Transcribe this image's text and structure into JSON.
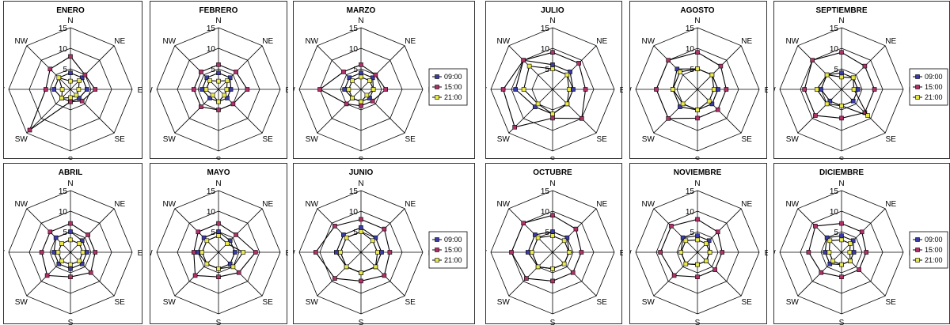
{
  "chart_data": [
    {
      "type": "radar",
      "title": "ENERO",
      "axes": [
        "N",
        "NE",
        "E",
        "SE",
        "S",
        "SW",
        "W",
        "NW"
      ],
      "ticks": [
        "5",
        "10",
        "15"
      ],
      "rmax": 15,
      "legend": [],
      "series": [
        {
          "name": "09:00",
          "values": [
            4,
            4,
            4,
            3,
            3,
            3,
            4,
            4
          ]
        },
        {
          "name": "15:00",
          "values": [
            8,
            5,
            6,
            4,
            3,
            14,
            6,
            7
          ]
        },
        {
          "name": "21:00",
          "values": [
            2,
            3,
            2,
            2,
            2,
            3,
            2,
            4
          ]
        }
      ]
    },
    {
      "type": "radar",
      "title": "FEBRERO",
      "axes": [
        "N",
        "NE",
        "E",
        "SE",
        "S",
        "SW",
        "W",
        "NW"
      ],
      "ticks": [
        "5",
        "10",
        "15"
      ],
      "rmax": 15,
      "legend": [],
      "series": [
        {
          "name": "09:00",
          "values": [
            4,
            4,
            3,
            3,
            3,
            3,
            4,
            4
          ]
        },
        {
          "name": "15:00",
          "values": [
            6,
            6,
            7,
            5,
            5,
            6,
            6,
            6
          ]
        },
        {
          "name": "21:00",
          "values": [
            2,
            3,
            2,
            2,
            3,
            2,
            3,
            3
          ]
        }
      ]
    },
    {
      "type": "radar",
      "title": "MARZO",
      "axes": [
        "N",
        "NE",
        "E",
        "SE",
        "S",
        "SW",
        "W",
        "NW"
      ],
      "ticks": [
        "5",
        "10",
        "15"
      ],
      "rmax": 15,
      "legend": [
        "09:00",
        "15:00",
        "21:00"
      ],
      "series": [
        {
          "name": "09:00",
          "values": [
            4,
            4,
            3,
            3,
            3,
            3,
            4,
            4
          ]
        },
        {
          "name": "15:00",
          "values": [
            6,
            5,
            6,
            4,
            4,
            5,
            10,
            6
          ]
        },
        {
          "name": "21:00",
          "values": [
            3,
            3,
            3,
            2,
            3,
            3,
            3,
            3
          ]
        }
      ]
    },
    {
      "type": "radar",
      "title": "JULIO",
      "axes": [
        "N",
        "NE",
        "E",
        "SE",
        "S",
        "SW",
        "W",
        "NW"
      ],
      "ticks": [
        "5",
        "10",
        "15"
      ],
      "rmax": 15,
      "legend": [],
      "series": [
        {
          "name": "09:00",
          "values": [
            6,
            6,
            5,
            5,
            6,
            6,
            9,
            10
          ]
        },
        {
          "name": "15:00",
          "values": [
            9,
            9,
            8,
            10,
            7,
            13,
            12,
            10
          ]
        },
        {
          "name": "21:00",
          "values": [
            5,
            5,
            4,
            5,
            6,
            5,
            7,
            8
          ]
        }
      ]
    },
    {
      "type": "radar",
      "title": "AGOSTO",
      "axes": [
        "N",
        "NE",
        "E",
        "SE",
        "S",
        "SW",
        "W",
        "NW"
      ],
      "ticks": [
        "5",
        "10",
        "15"
      ],
      "rmax": 15,
      "legend": [],
      "series": [
        {
          "name": "09:00",
          "values": [
            5,
            5,
            5,
            5,
            5,
            6,
            6,
            7
          ]
        },
        {
          "name": "15:00",
          "values": [
            9,
            8,
            7,
            7,
            7,
            10,
            10,
            10
          ]
        },
        {
          "name": "21:00",
          "values": [
            5,
            5,
            4,
            4,
            5,
            5,
            6,
            6
          ]
        }
      ]
    },
    {
      "type": "radar",
      "title": "SEPTIEMBRE",
      "axes": [
        "N",
        "NE",
        "E",
        "SE",
        "S",
        "SW",
        "W",
        "NW"
      ],
      "ticks": [
        "5",
        "10",
        "15"
      ],
      "rmax": 15,
      "legend": [
        "09:00",
        "15:00",
        "21:00"
      ],
      "series": [
        {
          "name": "09:00",
          "values": [
            4,
            4,
            4,
            4,
            4,
            4,
            5,
            5
          ]
        },
        {
          "name": "15:00",
          "values": [
            9,
            8,
            8,
            8,
            7,
            9,
            9,
            10
          ]
        },
        {
          "name": "21:00",
          "values": [
            3,
            4,
            3,
            9,
            4,
            5,
            6,
            5
          ]
        }
      ]
    },
    {
      "type": "radar",
      "title": "ABRIL",
      "axes": [
        "N",
        "NE",
        "E",
        "SE",
        "S",
        "SW",
        "W",
        "NW"
      ],
      "ticks": [
        "5",
        "10",
        "15"
      ],
      "rmax": 15,
      "legend": [],
      "series": [
        {
          "name": "09:00",
          "values": [
            5,
            4,
            4,
            4,
            4,
            4,
            4,
            5
          ]
        },
        {
          "name": "15:00",
          "values": [
            7,
            6,
            6,
            7,
            6,
            8,
            7,
            7
          ]
        },
        {
          "name": "21:00",
          "values": [
            3,
            3,
            3,
            3,
            3,
            3,
            3,
            3
          ]
        }
      ]
    },
    {
      "type": "radar",
      "title": "MAYO",
      "axes": [
        "N",
        "NE",
        "E",
        "SE",
        "S",
        "SW",
        "W",
        "NW"
      ],
      "ticks": [
        "5",
        "10",
        "15"
      ],
      "rmax": 15,
      "legend": [],
      "series": [
        {
          "name": "09:00",
          "values": [
            5,
            4,
            4,
            4,
            4,
            4,
            5,
            5
          ]
        },
        {
          "name": "15:00",
          "values": [
            7,
            6,
            9,
            7,
            6,
            8,
            6,
            7
          ]
        },
        {
          "name": "21:00",
          "values": [
            4,
            3,
            6,
            5,
            4,
            4,
            4,
            4
          ]
        }
      ]
    },
    {
      "type": "radar",
      "title": "JUNIO",
      "axes": [
        "N",
        "NE",
        "E",
        "SE",
        "S",
        "SW",
        "W",
        "NW"
      ],
      "ticks": [
        "5",
        "10",
        "15"
      ],
      "rmax": 15,
      "legend": [
        "09:00",
        "15:00",
        "21:00"
      ],
      "series": [
        {
          "name": "09:00",
          "values": [
            6,
            5,
            5,
            5,
            5,
            5,
            6,
            6
          ]
        },
        {
          "name": "15:00",
          "values": [
            8,
            8,
            7,
            8,
            7,
            9,
            11,
            9
          ]
        },
        {
          "name": "21:00",
          "values": [
            5,
            4,
            4,
            5,
            5,
            5,
            5,
            5
          ]
        }
      ]
    },
    {
      "type": "radar",
      "title": "OCTUBRE",
      "axes": [
        "N",
        "NE",
        "E",
        "SE",
        "S",
        "SW",
        "W",
        "NW"
      ],
      "ticks": [
        "5",
        "10",
        "15"
      ],
      "rmax": 15,
      "legend": [],
      "series": [
        {
          "name": "09:00",
          "values": [
            5,
            5,
            4,
            4,
            4,
            5,
            6,
            6
          ]
        },
        {
          "name": "15:00",
          "values": [
            9,
            8,
            7,
            7,
            7,
            9,
            10,
            10
          ]
        },
        {
          "name": "21:00",
          "values": [
            4,
            4,
            4,
            4,
            4,
            5,
            5,
            5
          ]
        }
      ]
    },
    {
      "type": "radar",
      "title": "NOVIEMBRE",
      "axes": [
        "N",
        "NE",
        "E",
        "SE",
        "S",
        "SW",
        "W",
        "NW"
      ],
      "ticks": [
        "5",
        "10",
        "15"
      ],
      "rmax": 15,
      "legend": [],
      "series": [
        {
          "name": "09:00",
          "values": [
            4,
            4,
            3,
            3,
            3,
            4,
            4,
            5
          ]
        },
        {
          "name": "15:00",
          "values": [
            8,
            7,
            6,
            6,
            6,
            8,
            9,
            9
          ]
        },
        {
          "name": "21:00",
          "values": [
            3,
            3,
            3,
            3,
            3,
            4,
            4,
            4
          ]
        }
      ]
    },
    {
      "type": "radar",
      "title": "DICIEMBRE",
      "axes": [
        "N",
        "NE",
        "E",
        "SE",
        "S",
        "SW",
        "W",
        "NW"
      ],
      "ticks": [
        "5",
        "10",
        "15"
      ],
      "rmax": 15,
      "legend": [
        "09:00",
        "15:00",
        "21:00"
      ],
      "series": [
        {
          "name": "09:00",
          "values": [
            4,
            4,
            3,
            3,
            3,
            4,
            4,
            5
          ]
        },
        {
          "name": "15:00",
          "values": [
            7,
            7,
            6,
            6,
            6,
            7,
            8,
            9
          ]
        },
        {
          "name": "21:00",
          "values": [
            3,
            3,
            2,
            3,
            3,
            3,
            3,
            4
          ]
        }
      ]
    }
  ],
  "colors": {
    "series": [
      "#3b3ba8",
      "#b0306a",
      "#e8e84a"
    ],
    "line": "#000000"
  }
}
